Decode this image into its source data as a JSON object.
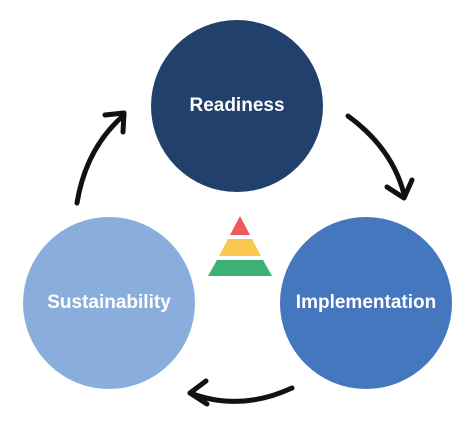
{
  "diagram": {
    "nodes": [
      {
        "id": "readiness",
        "label": "Readiness",
        "color": "#21406b"
      },
      {
        "id": "implementation",
        "label": "Implementation",
        "color": "#4477bd"
      },
      {
        "id": "sustainability",
        "label": "Sustainability",
        "color": "#8aaedb"
      }
    ],
    "cycle_direction": "clockwise",
    "arrow_color": "#111111",
    "center_icon": {
      "name": "pyramid-icon",
      "tier_colors": [
        "#f0595e",
        "#f9c74f",
        "#3bb273"
      ]
    }
  }
}
